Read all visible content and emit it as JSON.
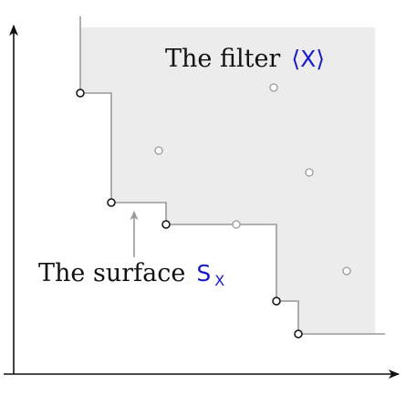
{
  "filter_label": {
    "text": "The filter",
    "symbol": "⟨X⟩"
  },
  "surface_label": {
    "text": "The surface",
    "symbol": "S",
    "subscript": "X"
  },
  "colors": {
    "region_fill": "#ececec",
    "staircase": "#9a9a9a",
    "axis": "#111111",
    "symbol": "#1a1ac8",
    "minimal_point": "#111111",
    "interior_point": "#9a9a9a"
  }
}
